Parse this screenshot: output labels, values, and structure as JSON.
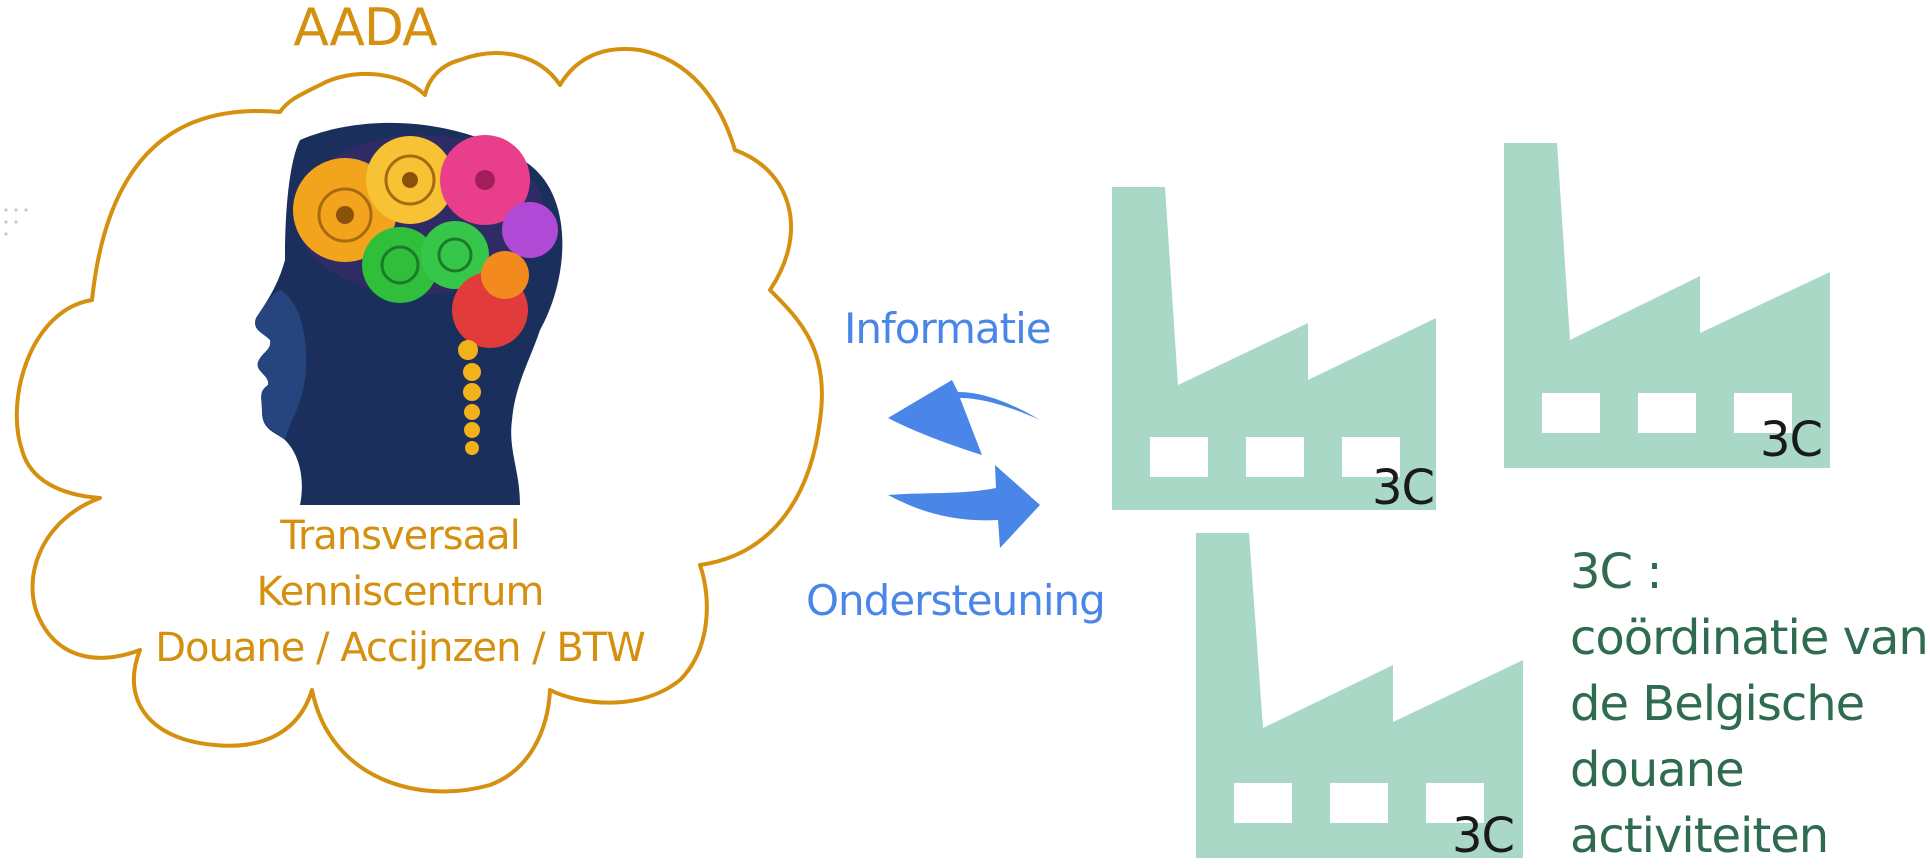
{
  "title": "AADA",
  "cloud_text": [
    "Transversaal",
    "Kenniscentrum",
    "Douane / Accijnzen / BTW"
  ],
  "flow": {
    "info_label": "Informatie",
    "support_label": "Ondersteuning"
  },
  "factory_tags": [
    "3C",
    "3C",
    "3C"
  ],
  "legend_lines": [
    "3C :",
    "coördinatie van",
    "de Belgische",
    "douane",
    "activiteiten"
  ],
  "icons": [
    "brain-gears-head-icon",
    "cloud-icon",
    "arrow-left-icon",
    "arrow-right-icon",
    "factory-icon"
  ],
  "colors": {
    "accent": "#d4900e",
    "flow": "#4a86e8",
    "factory": "#a9d9c6",
    "legend": "#2e6b4f",
    "tag": "#1a1a1a"
  }
}
